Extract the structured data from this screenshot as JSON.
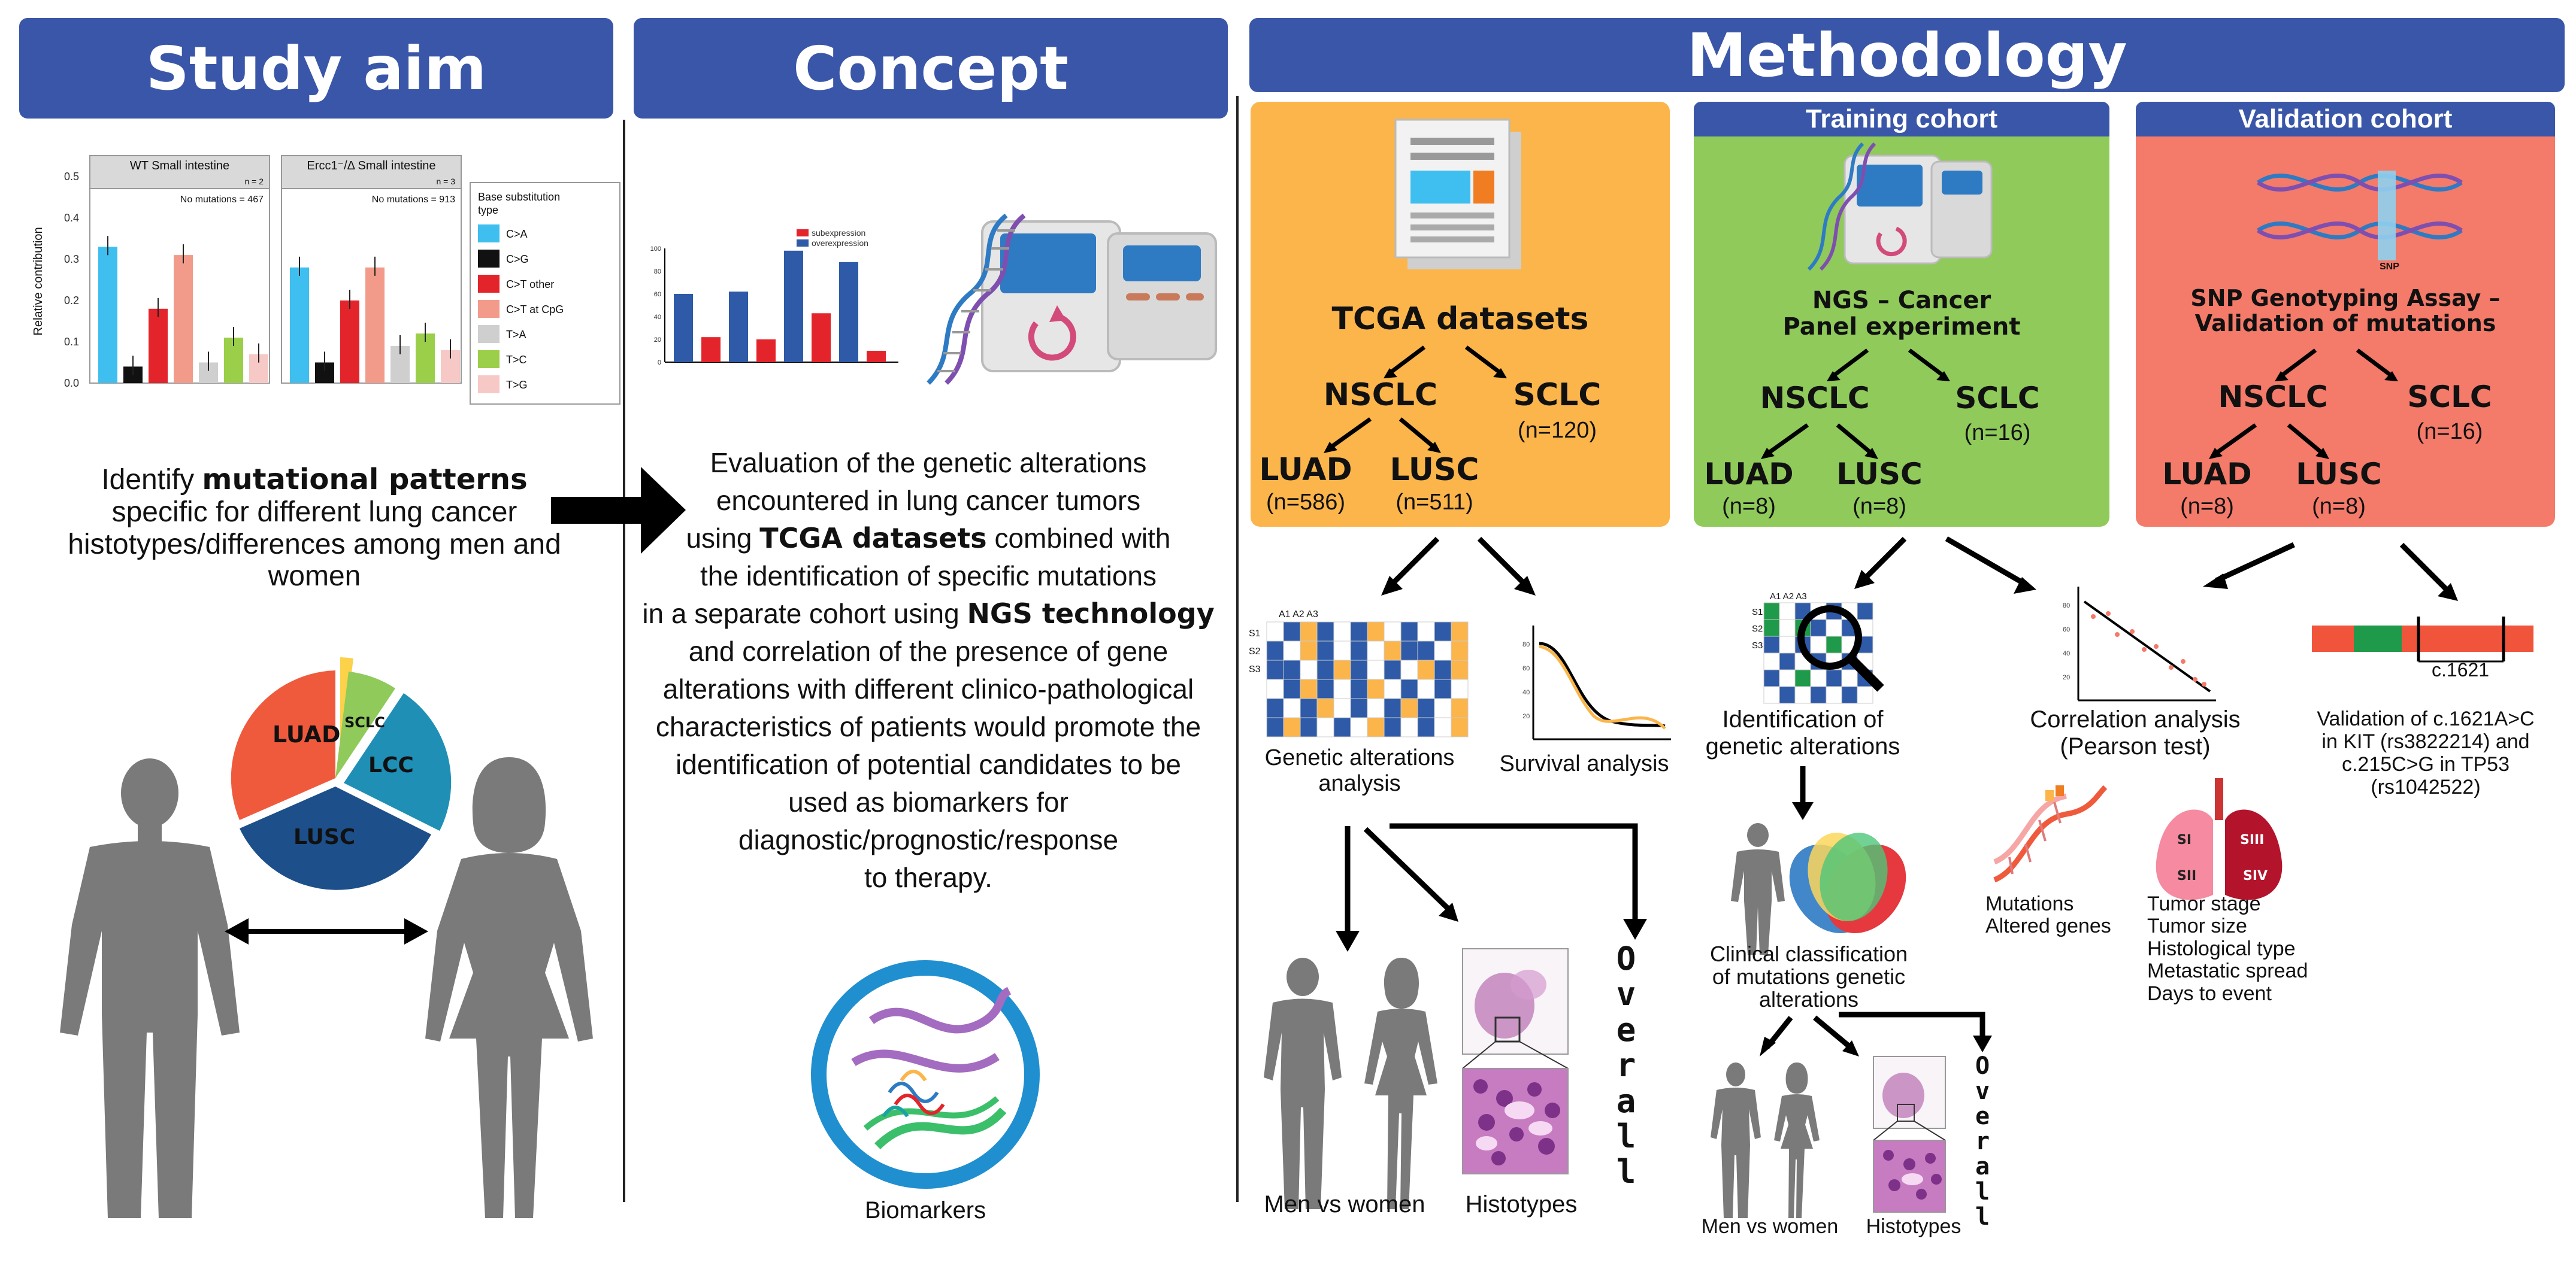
{
  "headers": {
    "study_aim": "Study aim",
    "concept": "Concept",
    "methodology": "Methodology"
  },
  "study_aim": {
    "chart": {
      "panel1_title": "WT Small intestine",
      "panel1_n": "n = 2",
      "panel1_mut": "No mutations = 467",
      "panel2_title": "Ercc1⁻/Δ Small intestine",
      "panel2_n": "n = 3",
      "panel2_mut": "No mutations = 913",
      "ylabel": "Relative contribution",
      "yticks": [
        "0.5",
        "0.4",
        "0.3",
        "0.2",
        "0.1",
        "0.0"
      ],
      "legend_title": "Base substitution type",
      "legend": [
        {
          "label": "C>A",
          "color": "#3fbfef"
        },
        {
          "label": "C>G",
          "color": "#111111"
        },
        {
          "label": "C>T other",
          "color": "#e3242b"
        },
        {
          "label": "C>T at CpG",
          "color": "#f29b8b"
        },
        {
          "label": "T>A",
          "color": "#cfcfcf"
        },
        {
          "label": "T>C",
          "color": "#9bcf4a"
        },
        {
          "label": "T>G",
          "color": "#f7c9c6"
        }
      ]
    },
    "goal_pre": "Identify ",
    "goal_bold": "mutational patterns",
    "goal_post": "specific for different lung cancer histotypes/differences among men and women",
    "pie": {
      "luad": "LUAD",
      "sclc": "SCLC",
      "lcc": "LCC",
      "lusc": "LUSC"
    }
  },
  "chart_data": {
    "type": "bar",
    "title": "",
    "ylabel": "Relative contribution",
    "ylim": [
      0,
      0.5
    ],
    "categories": [
      "C>A",
      "C>G",
      "C>T other",
      "C>T at CpG",
      "T>A",
      "T>C",
      "T>G"
    ],
    "series": [
      {
        "name": "WT Small intestine",
        "values": [
          0.33,
          0.04,
          0.18,
          0.31,
          0.05,
          0.11,
          0.07
        ]
      },
      {
        "name": "Ercc1⁻/Δ Small intestine",
        "values": [
          0.28,
          0.05,
          0.2,
          0.28,
          0.09,
          0.12,
          0.08
        ]
      }
    ]
  },
  "concept": {
    "legend_sub": "subexpression",
    "legend_over": "overexpression",
    "text_lines": [
      {
        "pre": "Evaluation of the genetic alterations",
        "bold": "",
        "post": ""
      },
      {
        "pre": "encountered in lung cancer tumors",
        "bold": "",
        "post": ""
      },
      {
        "pre": "using ",
        "bold": "TCGA datasets",
        "post": " combined with"
      },
      {
        "pre": "the identification of specific mutations",
        "bold": "",
        "post": ""
      },
      {
        "pre": "in a separate cohort using ",
        "bold": "NGS technology",
        "post": ""
      },
      {
        "pre": "and correlation of the presence of gene",
        "bold": "",
        "post": ""
      },
      {
        "pre": "alterations with different clinico-pathological",
        "bold": "",
        "post": ""
      },
      {
        "pre": "characteristics of patients would promote the",
        "bold": "",
        "post": ""
      },
      {
        "pre": "identification of potential candidates to be",
        "bold": "",
        "post": ""
      },
      {
        "pre": "used as biomarkers for",
        "bold": "",
        "post": ""
      },
      {
        "pre": "diagnostic/prognostic/response",
        "bold": "",
        "post": ""
      },
      {
        "pre": "to therapy.",
        "bold": "",
        "post": ""
      }
    ],
    "biomarkers": "Biomarkers",
    "bars": [
      {
        "val": 60,
        "type": "over"
      },
      {
        "val": 22,
        "type": "sub"
      },
      {
        "val": 62,
        "type": "over"
      },
      {
        "val": 20,
        "type": "sub"
      },
      {
        "val": 98,
        "type": "over"
      },
      {
        "val": 43,
        "type": "sub"
      },
      {
        "val": 88,
        "type": "over"
      },
      {
        "val": 10,
        "type": "sub"
      }
    ]
  },
  "methodology": {
    "training_title": "Training cohort",
    "validation_title": "Validation cohort",
    "tcga": {
      "title": "TCGA datasets",
      "nsclc": "NSCLC",
      "sclc": "SCLC",
      "sclc_n": "(n=120)",
      "luad": "LUAD",
      "luad_n": "(n=586)",
      "lusc": "LUSC",
      "lusc_n": "(n=511)"
    },
    "ngs": {
      "title1": "NGS – Cancer",
      "title2": "Panel experiment",
      "nsclc": "NSCLC",
      "sclc": "SCLC",
      "sclc_n": "(n=16)",
      "luad": "LUAD",
      "luad_n": "(n=8)",
      "lusc": "LUSC",
      "lusc_n": "(n=8)"
    },
    "snp": {
      "title1": "SNP Genotyping Assay –",
      "title2": "Validation of mutations",
      "snp_tag": "SNP",
      "nsclc": "NSCLC",
      "sclc": "SCLC",
      "sclc_n": "(n=16)",
      "luad": "LUAD",
      "luad_n": "(n=8)",
      "lusc": "LUSC",
      "lusc_n": "(n=8)"
    },
    "grid_cols": "A1 A2 A3",
    "grid_rows": [
      "S1",
      "S2",
      "S3"
    ],
    "genetic_alt": "Genetic alterations\nanalysis",
    "survival": "Survival analysis",
    "identification": "Identification of\ngenetic alterations",
    "correlation": "Correlation analysis\n(Pearson test)",
    "validation_text": "Validation of c.1621A>C\nin KIT (rs3822214) and\nc.215C>G in TP53\n(rs1042522)",
    "c1621": "c.1621",
    "mutations": "Mutations\nAltered genes",
    "lung_stages": [
      "SI",
      "SII",
      "SIII",
      "SIV"
    ],
    "tumor_list": "Tumor stage\nTumor size\nHistological type\nMetastatic spread\nDays to event",
    "clinical": "Clinical classification\nof mutations genetic\nalterations",
    "men_women": "Men vs women",
    "histotypes": "Histotypes",
    "overall": "Overall"
  },
  "colors": {
    "header": "#3a56a8",
    "tcga": "#fbb54a",
    "training": "#8fca5a",
    "validation": "#f47a6a",
    "human": "#7a7a7a",
    "blue": "#2e5aa8",
    "red": "#e3242b"
  }
}
